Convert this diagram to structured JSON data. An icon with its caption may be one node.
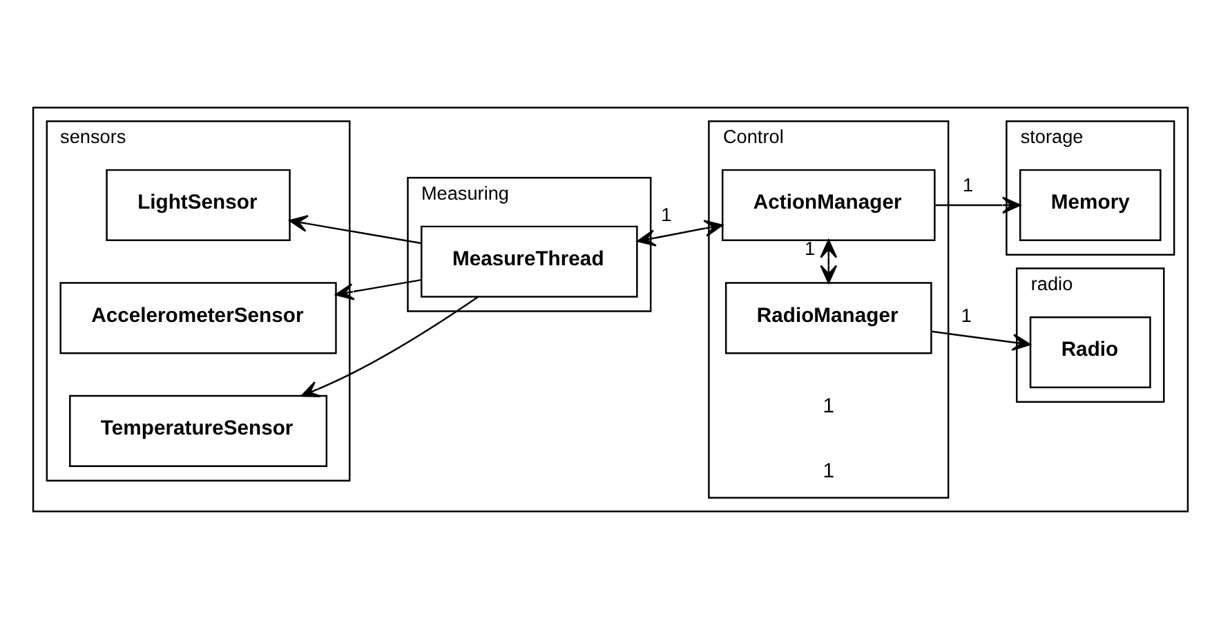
{
  "diagram": {
    "nodes": [
      {
        "text": [],
        "shape": "box"
      },
      {
        "text": [
          "sensors"
        ],
        "in": 0
      },
      {
        "text": [
          "LightSensor"
        ],
        "in": 1
      },
      {
        "text": [
          "AccelerometerSensor"
        ],
        "in": 1
      },
      {
        "text": [
          "TemperatureSensor"
        ],
        "in": 1
      },
      {
        "text": [
          "Measuring"
        ],
        "in": 0
      },
      {
        "text": [
          "MeasureThread"
        ],
        "in": 5
      },
      {
        "text": [
          "Control"
        ],
        "in": 0
      },
      {
        "text": [
          "RadioManager"
        ],
        "in": 7
      },
      {
        "text": [
          "ActionManager"
        ],
        "in": 7
      },
      {
        "text": [
          "radio"
        ],
        "in": 0
      },
      {
        "text": [
          "Radio"
        ],
        "in": 10
      },
      {
        "text": [
          "storage"
        ],
        "in": 0
      },
      {
        "text": [
          "Memory"
        ],
        "in": 12
      }
    ],
    "edges": [
      {
        "from": 6,
        "to": 2,
        "arrow": "to"
      },
      {
        "from": 6,
        "to": 3,
        "arrow": "to"
      },
      {
        "from": 6,
        "to": 4,
        "arrow": "to"
      },
      {
        "from": 6,
        "to": 9,
        "arrow": "both",
        "label": "1"
      },
      {
        "from": 8,
        "to": 9,
        "arrow": "both",
        "label": "1"
      },
      {
        "from": 8,
        "to": 11,
        "arrow": "to",
        "label": "1"
      },
      {
        "from": 9,
        "to": 13,
        "arrow": "to",
        "label": "1"
      }
    ],
    "labels": [
      "1",
      "1"
    ]
  }
}
